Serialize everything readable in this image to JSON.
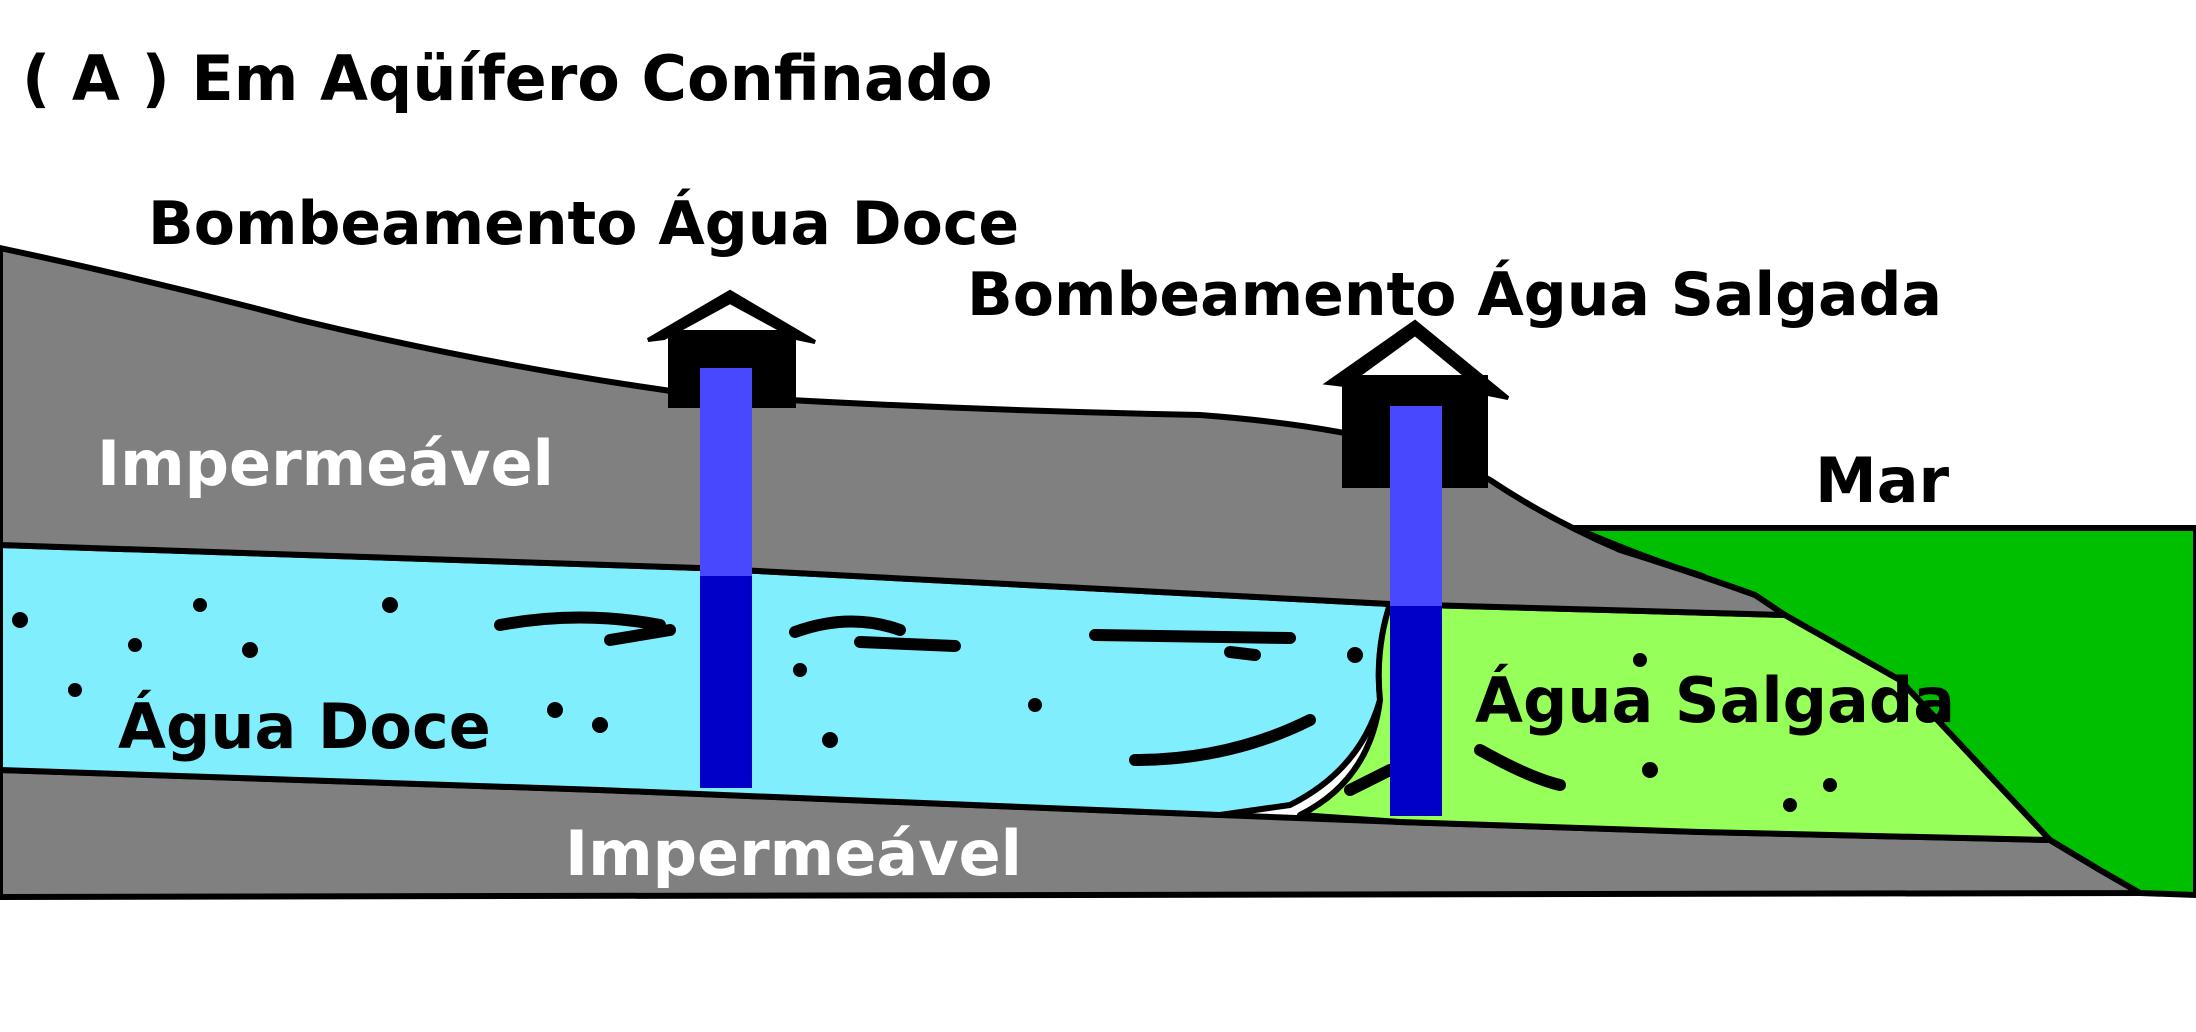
{
  "title": "( A ) Em Aqüífero Confinado",
  "labels": {
    "pump_fresh": "Bombeamento Água Doce",
    "pump_salt": "Bombeamento Água Salgada",
    "impermeable_top": "Impermeável",
    "impermeable_bottom": "Impermeável",
    "sea": "Mar",
    "fresh_water": "Água Doce",
    "salt_water": "Água Salgada"
  },
  "colors": {
    "impermeable": "#808080",
    "fresh_water": "#80eefc",
    "salt_water": "#96ff5a",
    "sea": "#00bf00",
    "well_upper": "#4848ff",
    "well_lower": "#0000c8",
    "outline": "#000000"
  }
}
